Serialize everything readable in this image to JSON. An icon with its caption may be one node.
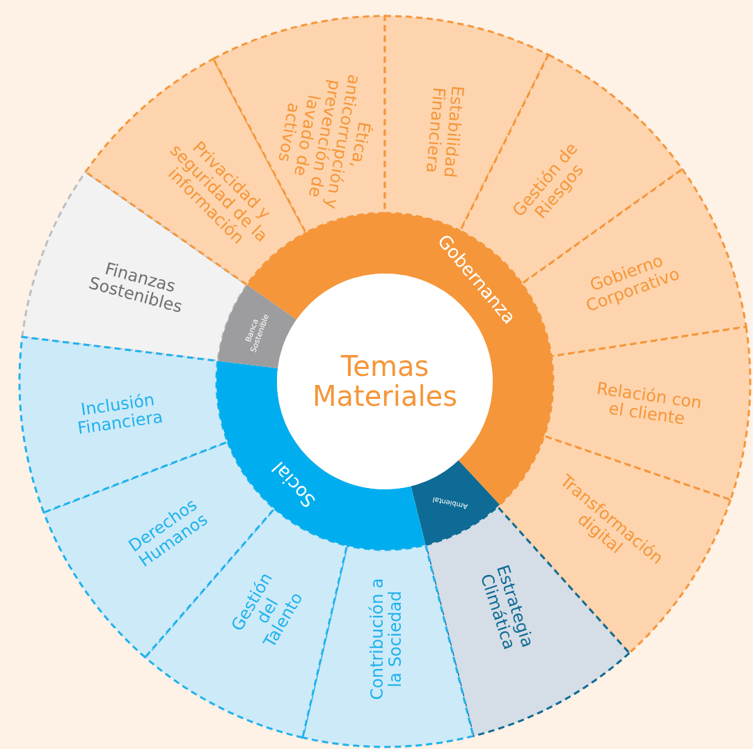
{
  "diagram": {
    "nodes": [
      {
        "text": [
          "Temas Materiales"
        ]
      },
      {
        "text": [
          "Gobernanza"
        ]
      },
      {
        "text": [
          "Ambiental"
        ]
      },
      {
        "text": [
          "Social"
        ]
      },
      {
        "text": [
          "Banca Sostenible"
        ]
      },
      {
        "text": [
          "Finanzas Sostenibles"
        ]
      },
      {
        "text": [
          "Privacidad y seguridad de la información"
        ]
      },
      {
        "text": [
          "Ética, anticorrupción y prevención de lavado de activos"
        ]
      },
      {
        "text": [
          "Estabilidad Financiera"
        ]
      },
      {
        "text": [
          "Gestión de Riesgos"
        ]
      },
      {
        "text": [
          "Gobierno Corporativo"
        ]
      },
      {
        "text": [
          "Relación con el cliente"
        ]
      },
      {
        "text": [
          "Transformación digital"
        ]
      },
      {
        "text": [
          "Estrategia Climática"
        ]
      },
      {
        "text": [
          "Contribución a la Sociedad"
        ]
      },
      {
        "text": [
          "Gestión del Talento"
        ]
      },
      {
        "text": [
          "Derechos Humanos"
        ]
      },
      {
        "text": [
          "Inclusión Financiera"
        ]
      }
    ],
    "edges": []
  }
}
